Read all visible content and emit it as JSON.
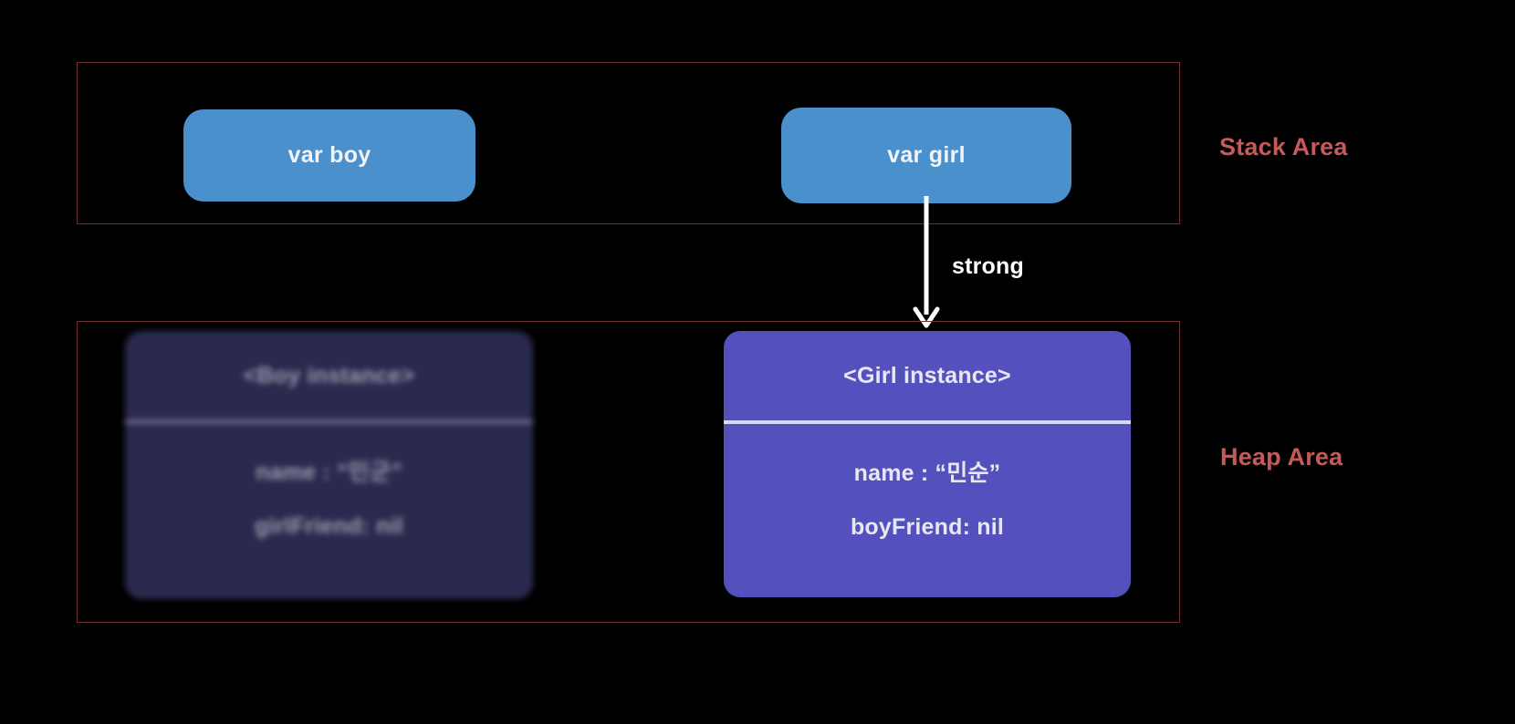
{
  "diagram": {
    "background_color": "#000000",
    "regions": [
      {
        "id": "stack",
        "label": "Stack Area",
        "border_color": "#6e3030",
        "label_color": "#c65a5b"
      },
      {
        "id": "heap",
        "label": "Heap Area",
        "border_color": "#6e3030",
        "label_color": "#c65a5b"
      }
    ],
    "stack_variables": [
      {
        "id": "boy",
        "label": "var boy",
        "color": "#4a90cc"
      },
      {
        "id": "girl",
        "label": "var girl",
        "color": "#4a90cc"
      }
    ],
    "heap_instances": [
      {
        "id": "boy_instance",
        "title": "<Boy instance>",
        "color": "#2e2d55",
        "state": "blurred",
        "properties": [
          "name : “민군”",
          "girlFriend: nil"
        ]
      },
      {
        "id": "girl_instance",
        "title": "<Girl instance>",
        "color": "#5451bf",
        "state": "focused",
        "properties": [
          "name : “민순”",
          "boyFriend: nil"
        ]
      }
    ],
    "references": [
      {
        "id": "girl_to_girl_instance",
        "label": "strong",
        "from": "var girl",
        "to": "<Girl instance>",
        "color": "#ffffff"
      }
    ]
  }
}
